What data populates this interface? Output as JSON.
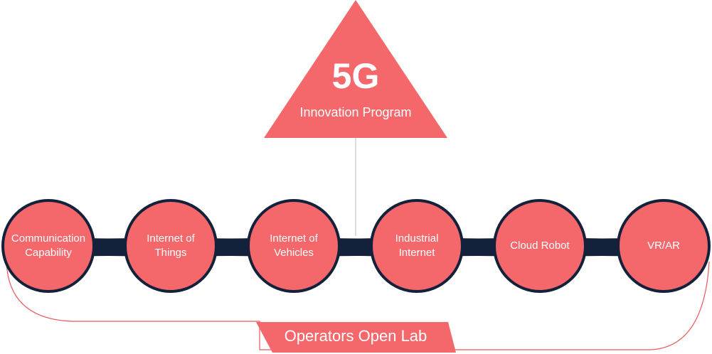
{
  "program": {
    "title": "5G",
    "subtitle": "Innovation Program"
  },
  "nodes": [
    {
      "label": "Communication Capability"
    },
    {
      "label": "Internet of Things"
    },
    {
      "label": "Internet of Vehicles"
    },
    {
      "label": "Industrial Internet"
    },
    {
      "label": "Cloud Robot"
    },
    {
      "label": "VR/AR"
    }
  ],
  "footer": {
    "label": "Operators Open Lab"
  },
  "colors": {
    "accent": "#f4676a",
    "band": "#13213a",
    "connector": "#c7c7c7",
    "background": "#ffffff"
  }
}
